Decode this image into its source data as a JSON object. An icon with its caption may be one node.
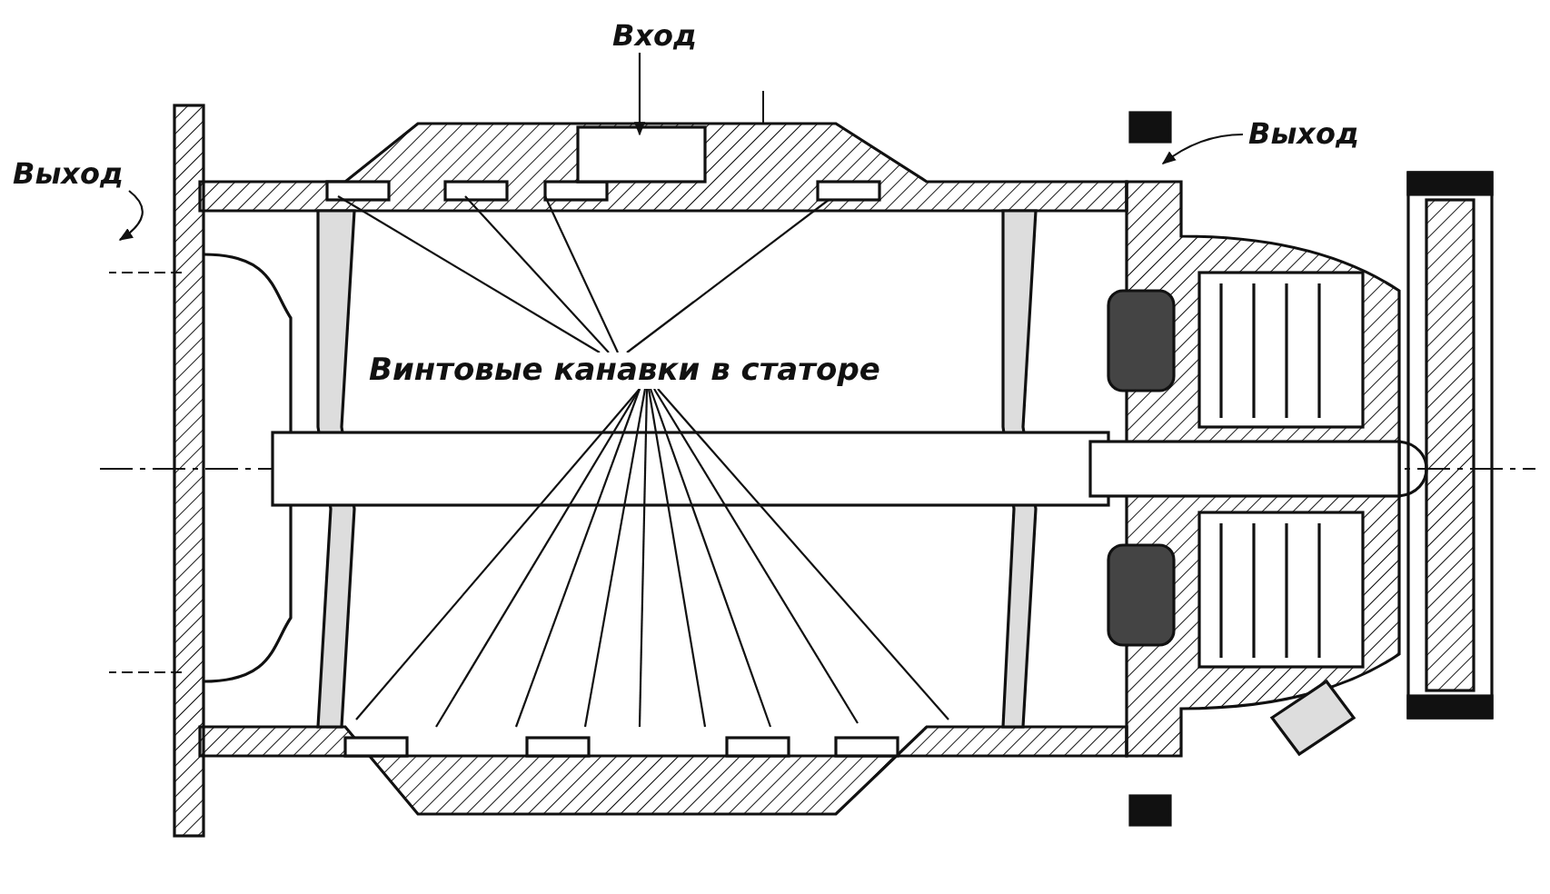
{
  "diagram": {
    "nodes": [
      {
        "text": [
          "Вход"
        ]
      },
      {
        "text": [
          "Выход"
        ]
      },
      {
        "text": [
          "Выход"
        ]
      },
      {
        "text": [
          "Винтовые канавки в статоре"
        ]
      }
    ],
    "edges": [
      {
        "from": 0,
        "to": null,
        "arrow": "to"
      },
      {
        "from": 1,
        "to": null,
        "arrow": "to"
      },
      {
        "from": 2,
        "to": null,
        "arrow": "to"
      },
      {
        "from": 3,
        "to": null,
        "arrow": "none"
      },
      {
        "from": 3,
        "to": null,
        "arrow": "none"
      },
      {
        "from": 3,
        "to": null,
        "arrow": "none"
      },
      {
        "from": 3,
        "to": null,
        "arrow": "none"
      },
      {
        "from": 3,
        "to": null,
        "arrow": "none"
      },
      {
        "from": 3,
        "to": null,
        "arrow": "none"
      },
      {
        "from": 3,
        "to": null,
        "arrow": "none"
      },
      {
        "from": 3,
        "to": null,
        "arrow": "none"
      },
      {
        "from": 3,
        "to": null,
        "arrow": "none"
      },
      {
        "from": 3,
        "to": null,
        "arrow": "none"
      },
      {
        "from": 3,
        "to": null,
        "arrow": "none"
      },
      {
        "from": 3,
        "to": null,
        "arrow": "none"
      },
      {
        "from": 3,
        "to": null,
        "arrow": "none"
      }
    ]
  }
}
